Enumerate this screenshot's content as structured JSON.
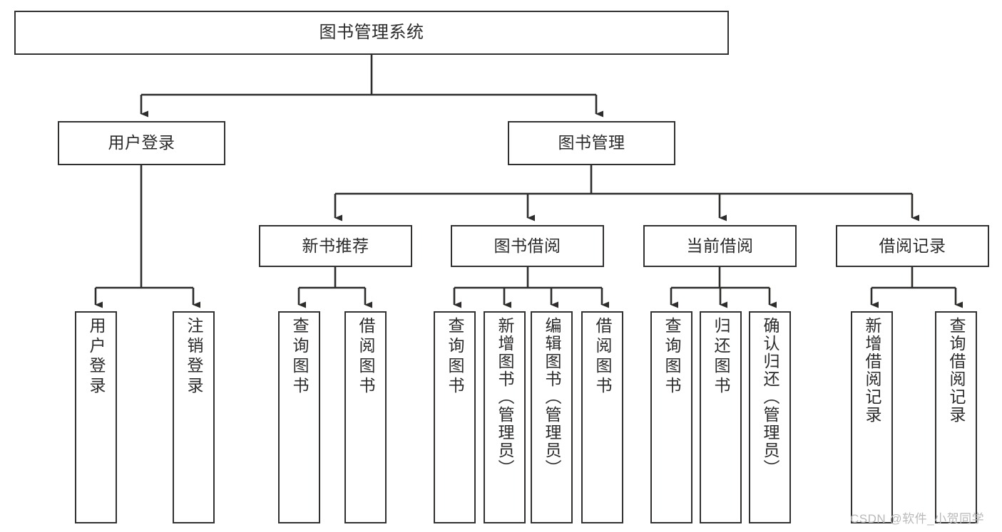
{
  "diagram": {
    "title": "图书管理系统",
    "type": "tree-hierarchy-chart",
    "colors": {
      "box_border": "#33312f",
      "box_fill": "#ffffff",
      "edge": "#2f2d2b",
      "text": "#2b2b2b",
      "watermark": "#b9b9b9",
      "background": "#ffffff"
    },
    "watermark": "CSDN @软件_小贺同学"
  },
  "nodes": {
    "root": {
      "label": "图书管理系统"
    },
    "level2": [
      {
        "label": "用户登录"
      },
      {
        "label": "图书管理"
      }
    ],
    "level3": [
      {
        "label": "新书推荐"
      },
      {
        "label": "图书借阅"
      },
      {
        "label": "当前借阅"
      },
      {
        "label": "借阅记录"
      }
    ],
    "leaves": {
      "user_login": [
        {
          "label": "用户登录"
        },
        {
          "label": "注销登录"
        }
      ],
      "new_book_recommend": [
        {
          "label": "查询图书"
        },
        {
          "label": "借阅图书"
        }
      ],
      "book_borrow": [
        {
          "label": "查询图书"
        },
        {
          "label": "新增图书（管理员）"
        },
        {
          "label": "编辑图书（管理员）"
        },
        {
          "label": "借阅图书"
        }
      ],
      "current_borrow": [
        {
          "label": "查询图书"
        },
        {
          "label": "归还图书"
        },
        {
          "label": "确认归还（管理员）"
        }
      ],
      "borrow_record": [
        {
          "label": "新增借阅记录"
        },
        {
          "label": "查询借阅记录"
        }
      ]
    }
  }
}
